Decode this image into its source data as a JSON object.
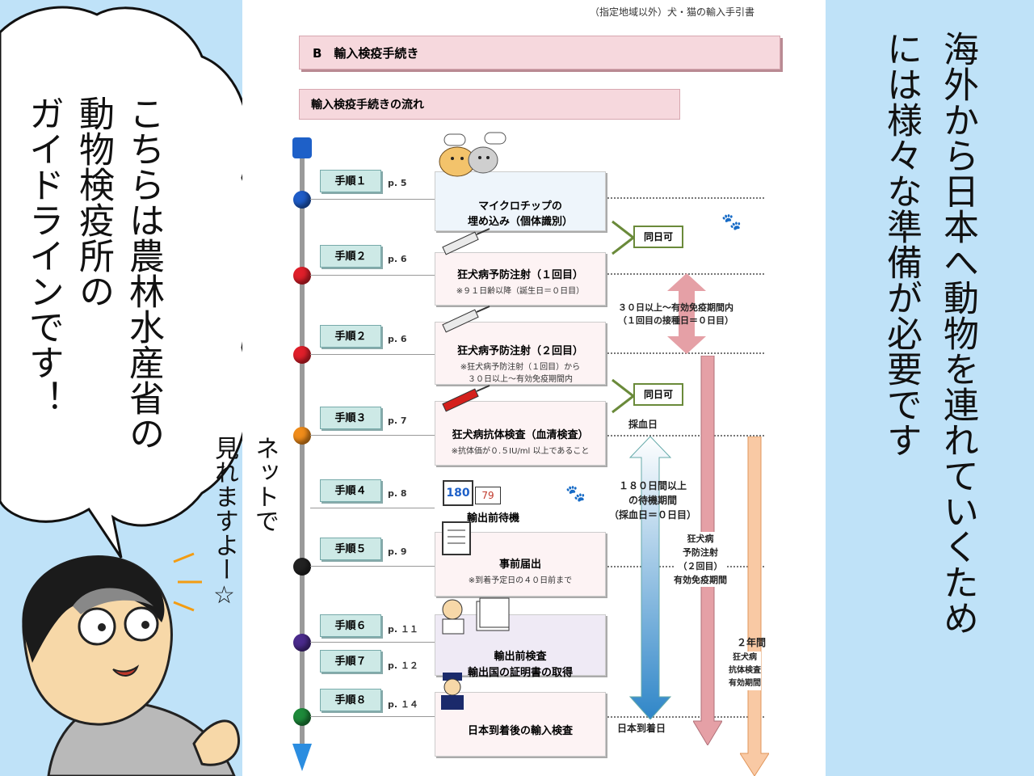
{
  "speech_bubble": {
    "lines": [
      "こちらは農林水産省の",
      "動物検疫所の",
      "ガイドラインです！"
    ]
  },
  "aside_text": {
    "lines": [
      "ネットで",
      "見れますよー☆"
    ]
  },
  "right_caption": {
    "lines": [
      "海外から日本へ動物を連れていくため",
      "には様々な準備が必要です"
    ]
  },
  "document": {
    "header": "（指定地域以外）犬・猫の輸入手引書",
    "section_b": "B　輸入検疫手続き",
    "flow_title": "輸入検疫手続きの流れ",
    "steps": [
      {
        "label": "手順１",
        "page": "p. 5",
        "title": "マイクロチップの\n埋め込み（個体識別）",
        "note": ""
      },
      {
        "label": "手順２",
        "page": "p. 6",
        "title": "狂犬病予防注射（１回目）",
        "note": "※９１日齢以降（誕生日＝０日目）"
      },
      {
        "label": "手順２",
        "page": "p. 6",
        "title": "狂犬病予防注射（２回目）",
        "note": "※狂犬病予防注射（１回目）から\n３０日以上～有効免疫期間内"
      },
      {
        "label": "手順３",
        "page": "p. 7",
        "title": "狂犬病抗体検査（血清検査）",
        "note": "※抗体価が０.５IU/ml 以上であること"
      },
      {
        "label": "手順４",
        "page": "p. 8",
        "title": "輸出前待機",
        "note": ""
      },
      {
        "label": "手順５",
        "page": "p. 9",
        "title": "事前届出",
        "note": "※到着予定日の４０日前まで"
      },
      {
        "label": "手順６",
        "page": "p. １１",
        "title": "輸出前検査\n輸出国の証明書の取得",
        "note": ""
      },
      {
        "label": "手順７",
        "page": "p. １２",
        "title": "",
        "note": ""
      },
      {
        "label": "手順８",
        "page": "p. １４",
        "title": "日本到着後の輸入検査",
        "note": ""
      }
    ],
    "same_day": "同日可",
    "interval_30": "３０日以上～有効免疫期間内\n（１回目の接種日＝０日目）",
    "blood_day": "採血日",
    "wait_180": "１８０日間以上\nの待機期間\n（採血日＝０日目）",
    "arrival_day": "日本到着日",
    "rabies_2nd": "狂犬病\n予防注射\n（２回目）\n有効免疫期間",
    "two_years": "２年間",
    "antibody_valid": "狂犬病\n抗体検査\n有効期間",
    "calendar_numbers": [
      "180",
      "79"
    ],
    "colors": {
      "bg_blue": "#bfe2f8",
      "pink": "#f6d8dd",
      "step_teal": "#cde9e6"
    }
  }
}
